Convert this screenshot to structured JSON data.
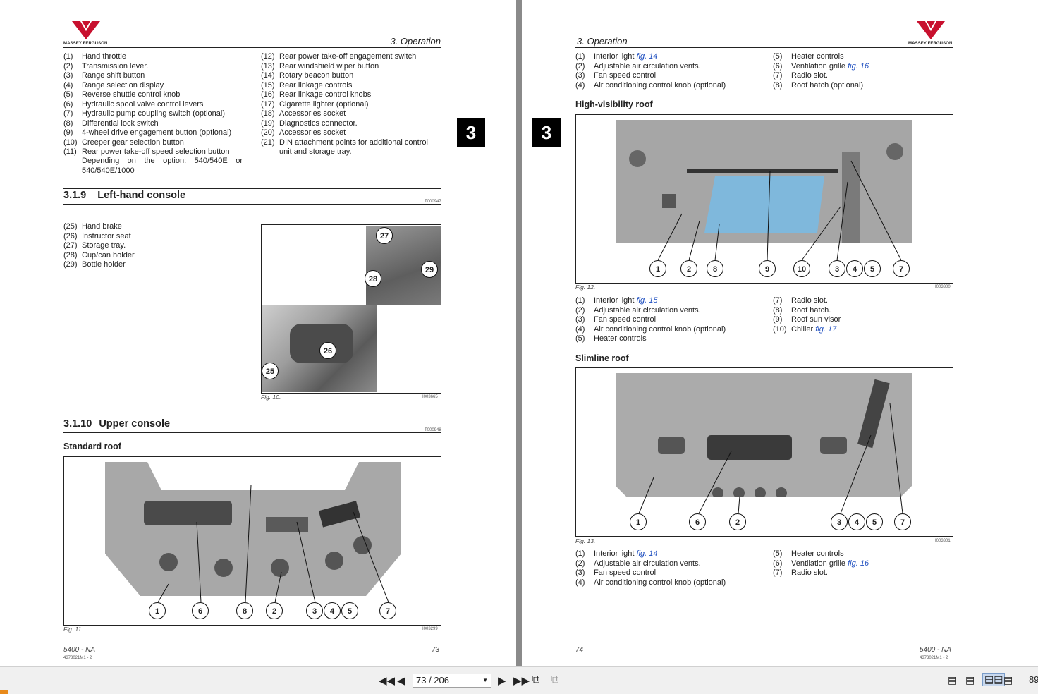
{
  "left_page": {
    "section_header": "3. Operation",
    "logo_text": "MASSEY FERGUSON",
    "chapter_tab": "3",
    "controls_list_col1": [
      {
        "n": "(1)",
        "t": "Hand throttle"
      },
      {
        "n": "(2)",
        "t": "Transmission lever."
      },
      {
        "n": "(3)",
        "t": "Range shift button"
      },
      {
        "n": "(4)",
        "t": "Range selection display"
      },
      {
        "n": "(5)",
        "t": "Reverse shuttle control knob"
      },
      {
        "n": "(6)",
        "t": "Hydraulic spool valve control levers"
      },
      {
        "n": "(7)",
        "t": "Hydraulic pump coupling switch (optional)"
      },
      {
        "n": "(8)",
        "t": "Differential lock switch"
      },
      {
        "n": "(9)",
        "t": "4-wheel drive engagement button (optional)"
      },
      {
        "n": "(10)",
        "t": "Creeper gear selection button"
      },
      {
        "n": "(11)",
        "t": "Rear power take-off speed selection button"
      }
    ],
    "item11_cont1": "Depending on the option: 540/540E or",
    "item11_cont2": "540/540E/1000",
    "controls_list_col2": [
      {
        "n": "(12)",
        "t": "Rear power take-off engagement switch"
      },
      {
        "n": "(13)",
        "t": "Rear windshield wiper button"
      },
      {
        "n": "(14)",
        "t": "Rotary beacon button"
      },
      {
        "n": "(15)",
        "t": "Rear linkage controls"
      },
      {
        "n": "(16)",
        "t": "Rear linkage control knobs"
      },
      {
        "n": "(17)",
        "t": "Cigarette lighter (optional)"
      },
      {
        "n": "(18)",
        "t": "Accessories socket"
      },
      {
        "n": "(19)",
        "t": "Diagnostics connector."
      },
      {
        "n": "(20)",
        "t": "Accessories socket"
      },
      {
        "n": "(21)",
        "t": "DIN attachment points for additional control"
      }
    ],
    "item21_cont": "unit and storage tray.",
    "heading_319_num": "3.1.9",
    "heading_319_title": "Left-hand console",
    "heading_319_code": "T000947",
    "left_console_list": [
      {
        "n": "(25)",
        "t": "Hand brake"
      },
      {
        "n": "(26)",
        "t": "Instructor seat"
      },
      {
        "n": "(27)",
        "t": "Storage tray."
      },
      {
        "n": "(28)",
        "t": "Cup/can holder"
      },
      {
        "n": "(29)",
        "t": "Bottle holder"
      }
    ],
    "fig10_callouts": [
      "27",
      "29",
      "28",
      "26",
      "25"
    ],
    "fig10_caption": "Fig. 10.",
    "fig10_code": "I003665",
    "heading_3110_num": "3.1.10",
    "heading_3110_title": "Upper console",
    "heading_3110_code": "T000948",
    "standard_roof_heading": "Standard roof",
    "fig11_callouts": [
      "1",
      "6",
      "8",
      "2",
      "3",
      "4",
      "5",
      "7"
    ],
    "fig11_caption": "Fig. 11.",
    "fig11_code": "I003299",
    "footer_model": "5400 - NA",
    "footer_doc": "4373021M1 - 2",
    "footer_page": "73"
  },
  "right_page": {
    "section_header": "3. Operation",
    "logo_text": "MASSEY FERGUSON",
    "chapter_tab": "3",
    "std_roof_list_col1": [
      {
        "n": "(1)",
        "t": "Interior light ",
        "link": "fig. 14"
      },
      {
        "n": "(2)",
        "t": "Adjustable air circulation vents.",
        "link": ""
      },
      {
        "n": "(3)",
        "t": "Fan speed control",
        "link": ""
      },
      {
        "n": "(4)",
        "t": "Air conditioning control knob (optional)",
        "link": ""
      }
    ],
    "std_roof_list_col2": [
      {
        "n": "(5)",
        "t": "Heater controls",
        "link": ""
      },
      {
        "n": "(6)",
        "t": "Ventilation grille ",
        "link": "fig. 16"
      },
      {
        "n": "(7)",
        "t": "Radio slot.",
        "link": ""
      },
      {
        "n": "(8)",
        "t": "Roof hatch (optional)",
        "link": ""
      }
    ],
    "hv_roof_heading": "High-visibility roof",
    "fig12_callouts": [
      "1",
      "2",
      "8",
      "9",
      "10",
      "3",
      "4",
      "5",
      "7"
    ],
    "fig12_caption": "Fig. 12.",
    "fig12_code": "I003300",
    "hv_list_col1": [
      {
        "n": "(1)",
        "t": "Interior light ",
        "link": "fig. 15"
      },
      {
        "n": "(2)",
        "t": "Adjustable air circulation vents.",
        "link": ""
      },
      {
        "n": "(3)",
        "t": "Fan speed control",
        "link": ""
      },
      {
        "n": "(4)",
        "t": "Air conditioning control knob (optional)",
        "link": ""
      },
      {
        "n": "(5)",
        "t": "Heater controls",
        "link": ""
      }
    ],
    "hv_list_col2": [
      {
        "n": "(7)",
        "t": "Radio slot.",
        "link": ""
      },
      {
        "n": "(8)",
        "t": "Roof hatch.",
        "link": ""
      },
      {
        "n": "(9)",
        "t": "Roof sun visor",
        "link": ""
      },
      {
        "n": "(10)",
        "t": "Chiller ",
        "link": "fig. 17"
      }
    ],
    "slim_roof_heading": "Slimline roof",
    "fig13_callouts": [
      "1",
      "6",
      "2",
      "3",
      "4",
      "5",
      "7"
    ],
    "fig13_caption": "Fig. 13.",
    "fig13_code": "I003301",
    "slim_list_col1": [
      {
        "n": "(1)",
        "t": "Interior light ",
        "link": "fig. 14"
      },
      {
        "n": "(2)",
        "t": "Adjustable air circulation vents.",
        "link": ""
      },
      {
        "n": "(3)",
        "t": "Fan speed control",
        "link": ""
      },
      {
        "n": "(4)",
        "t": "Air conditioning control knob (optional)",
        "link": ""
      }
    ],
    "slim_list_col2": [
      {
        "n": "(5)",
        "t": "Heater controls",
        "link": ""
      },
      {
        "n": "(6)",
        "t": "Ventilation grille ",
        "link": "fig. 16"
      },
      {
        "n": "(7)",
        "t": "Radio slot.",
        "link": ""
      }
    ],
    "footer_page": "74",
    "footer_model": "5400 - NA",
    "footer_doc": "4373021M1 - 2"
  },
  "toolbar": {
    "first_icon": "first-page-icon",
    "prev_icon": "previous-page-icon",
    "page_value": "73 / 206",
    "next_icon": "next-page-icon",
    "last_icon": "last-page-icon",
    "zoom_text": "89",
    "view_icons": [
      "single-page-icon",
      "continuous-icon",
      "facing-pages-icon",
      "continuous-facing-icon"
    ]
  },
  "colors": {
    "logo_red": "#c8102e",
    "link_blue": "#2050c0",
    "viewer_bg": "#8a8a8a"
  }
}
